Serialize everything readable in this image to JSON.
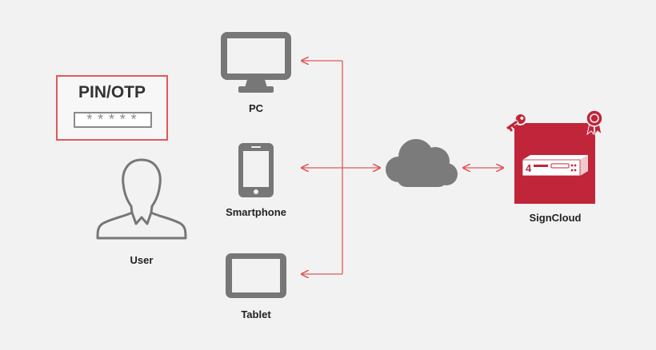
{
  "pin": {
    "title": "PIN/OTP",
    "masked_value": "*****"
  },
  "labels": {
    "user": "User",
    "pc": "PC",
    "smartphone": "Smartphone",
    "tablet": "Tablet",
    "signcloud": "SignCloud"
  },
  "server": {
    "slot_number": "4"
  },
  "colors": {
    "accent": "#e05858",
    "brand_red": "#c0253a",
    "icon_gray": "#777777",
    "cloud_gray": "#7b7b7b",
    "background": "#f3f2f2"
  },
  "icons": [
    "user-icon",
    "pc-icon",
    "smartphone-icon",
    "tablet-icon",
    "cloud-icon",
    "key-icon",
    "certificate-icon",
    "server-icon"
  ]
}
